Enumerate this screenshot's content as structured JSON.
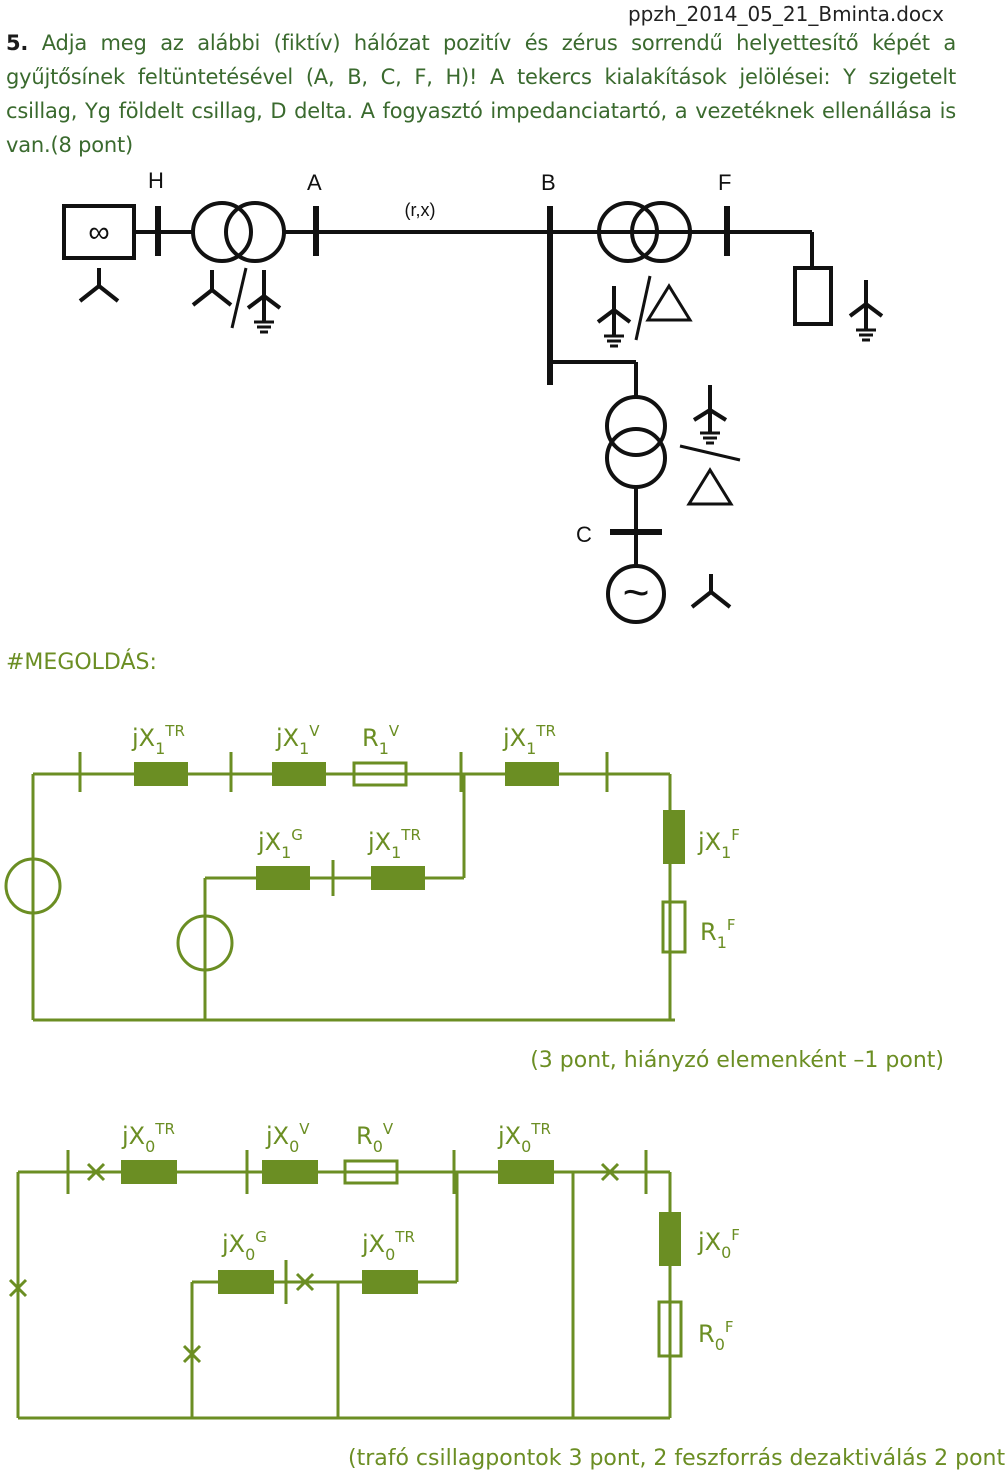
{
  "header": {
    "filename": "ppzh_2014_05_21_Bminta.docx"
  },
  "question": {
    "number": "5.",
    "text": "Adja meg az alábbi (fiktív) hálózat pozitív és zérus sorrendű helyettesítő képét a gyűjtősínek feltüntetésével (A, B, C, F, H)! A tekercs kialakítások jelölései: Y szigetelt csillag, Yg földelt csillag, D delta. A fogyasztó impedanciatartó, a vezetéknek ellenállása is van.(8 pont)"
  },
  "one_line": {
    "bus_labels": {
      "H": "H",
      "A": "A",
      "B": "B",
      "F": "F",
      "C": "C"
    },
    "line_label": "(r,x)",
    "infinite_symbol": "∞",
    "generator_symbol": "~"
  },
  "solution": {
    "heading": "#MEGOLDÁS:",
    "positive": {
      "jX1TR_a": {
        "main": "jX",
        "sub": "1",
        "sup": "TR"
      },
      "jX1V": {
        "main": "jX",
        "sub": "1",
        "sup": "V"
      },
      "R1V": {
        "main": "R",
        "sub": "1",
        "sup": "V"
      },
      "jX1TR_b": {
        "main": "jX",
        "sub": "1",
        "sup": "TR"
      },
      "jX1G": {
        "main": "jX",
        "sub": "1",
        "sup": "G"
      },
      "jX1TR_c": {
        "main": "jX",
        "sub": "1",
        "sup": "TR"
      },
      "jX1F": {
        "main": "jX",
        "sub": "1",
        "sup": "F"
      },
      "R1F": {
        "main": "R",
        "sub": "1",
        "sup": "F"
      }
    },
    "positive_note": "(3 pont, hiányzó elemenként –1 pont)",
    "zero": {
      "jX0TR_a": {
        "main": "jX",
        "sub": "0",
        "sup": "TR"
      },
      "jX0V": {
        "main": "jX",
        "sub": "0",
        "sup": "V"
      },
      "R0V": {
        "main": "R",
        "sub": "0",
        "sup": "V"
      },
      "jX0TR_b": {
        "main": "jX",
        "sub": "0",
        "sup": "TR"
      },
      "jX0G": {
        "main": "jX",
        "sub": "0",
        "sup": "G"
      },
      "jX0TR_c": {
        "main": "jX",
        "sub": "0",
        "sup": "TR"
      },
      "jX0F": {
        "main": "jX",
        "sub": "0",
        "sup": "F"
      },
      "R0F": {
        "main": "R",
        "sub": "0",
        "sup": "F"
      }
    },
    "zero_note": "(trafó csillagpontok 3 pont, 2 feszforrás dezaktiválás 2 pont"
  },
  "colors": {
    "green": "#6b8e23",
    "black": "#111111"
  }
}
